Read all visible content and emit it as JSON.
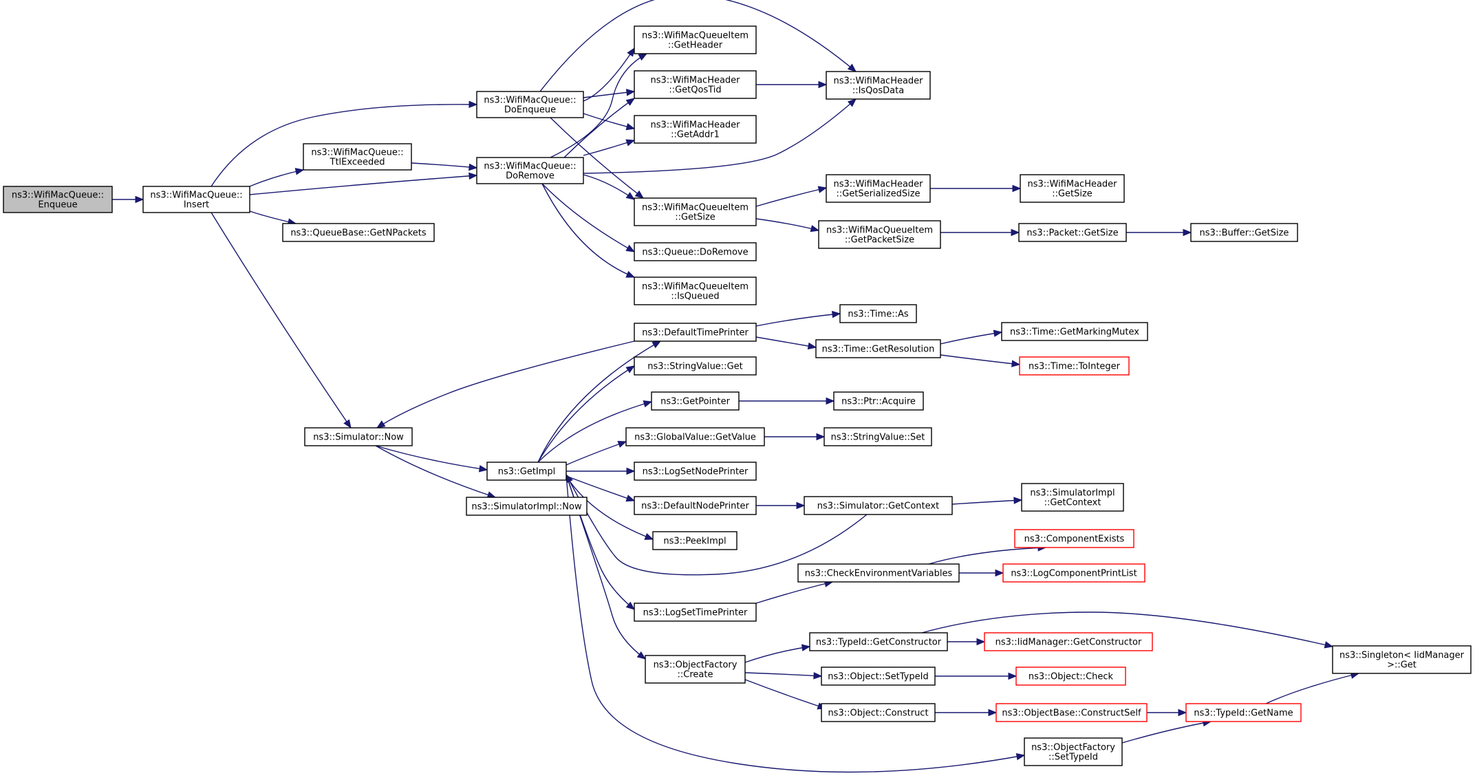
{
  "graph": {
    "edge_color": "#191970",
    "root_fill": "#bfbfbf",
    "truncated_border_color": "#ff0000",
    "nodes": [
      {
        "id": "enqueue",
        "lines": [
          "ns3::WifiMacQueue::",
          "Enqueue"
        ],
        "root": true
      },
      {
        "id": "insert",
        "lines": [
          "ns3::WifiMacQueue::",
          "Insert"
        ]
      },
      {
        "id": "doenqueue",
        "lines": [
          "ns3::WifiMacQueue::",
          "DoEnqueue"
        ]
      },
      {
        "id": "ttl",
        "lines": [
          "ns3::WifiMacQueue::",
          "TtlExceeded"
        ]
      },
      {
        "id": "doremove",
        "lines": [
          "ns3::WifiMacQueue::",
          "DoRemove"
        ]
      },
      {
        "id": "getnpackets",
        "lines": [
          "ns3::QueueBase::GetNPackets"
        ]
      },
      {
        "id": "simnow",
        "lines": [
          "ns3::Simulator::Now"
        ]
      },
      {
        "id": "getheader",
        "lines": [
          "ns3::WifiMacQueueItem",
          "::GetHeader"
        ]
      },
      {
        "id": "getqostid",
        "lines": [
          "ns3::WifiMacHeader",
          "::GetQosTid"
        ]
      },
      {
        "id": "getaddr1",
        "lines": [
          "ns3::WifiMacHeader",
          "::GetAddr1"
        ]
      },
      {
        "id": "itemgetsize",
        "lines": [
          "ns3::WifiMacQueueItem",
          "::GetSize"
        ]
      },
      {
        "id": "queuedoremove",
        "lines": [
          "ns3::Queue::DoRemove"
        ]
      },
      {
        "id": "isqueued",
        "lines": [
          "ns3::WifiMacQueueItem",
          "::IsQueued"
        ]
      },
      {
        "id": "isqosdata",
        "lines": [
          "ns3::WifiMacHeader",
          "::IsQosData"
        ]
      },
      {
        "id": "getserialized",
        "lines": [
          "ns3::WifiMacHeader",
          "::GetSerializedSize"
        ]
      },
      {
        "id": "getpacketsize",
        "lines": [
          "ns3::WifiMacQueueItem",
          "::GetPacketSize"
        ]
      },
      {
        "id": "hdrgetsize",
        "lines": [
          "ns3::WifiMacHeader",
          "::GetSize"
        ]
      },
      {
        "id": "pktgetsize",
        "lines": [
          "ns3::Packet::GetSize"
        ]
      },
      {
        "id": "bufgetsize",
        "lines": [
          "ns3::Buffer::GetSize"
        ]
      },
      {
        "id": "defaulttimeprinter",
        "lines": [
          "ns3::DefaultTimePrinter"
        ]
      },
      {
        "id": "timeas",
        "lines": [
          "ns3::Time::As"
        ]
      },
      {
        "id": "getresolution",
        "lines": [
          "ns3::Time::GetResolution"
        ]
      },
      {
        "id": "markingmutex",
        "lines": [
          "ns3::Time::GetMarkingMutex"
        ]
      },
      {
        "id": "tointeger",
        "lines": [
          "ns3::Time::ToInteger"
        ],
        "truncated": true
      },
      {
        "id": "stringget",
        "lines": [
          "ns3::StringValue::Get"
        ]
      },
      {
        "id": "getpointer",
        "lines": [
          "ns3::GetPointer"
        ]
      },
      {
        "id": "ptracquire",
        "lines": [
          "ns3::Ptr::Acquire"
        ]
      },
      {
        "id": "globalgetvalue",
        "lines": [
          "ns3::GlobalValue::GetValue"
        ]
      },
      {
        "id": "stringset",
        "lines": [
          "ns3::StringValue::Set"
        ]
      },
      {
        "id": "getimpl",
        "lines": [
          "ns3::GetImpl"
        ]
      },
      {
        "id": "simimplnow",
        "lines": [
          "ns3::SimulatorImpl::Now"
        ]
      },
      {
        "id": "lognodeprinter",
        "lines": [
          "ns3::LogSetNodePrinter"
        ]
      },
      {
        "id": "defaultnodeprinter",
        "lines": [
          "ns3::DefaultNodePrinter"
        ]
      },
      {
        "id": "simgetcontext",
        "lines": [
          "ns3::Simulator::GetContext"
        ]
      },
      {
        "id": "simimplgetcontext",
        "lines": [
          "ns3::SimulatorImpl",
          "::GetContext"
        ]
      },
      {
        "id": "peekimpl",
        "lines": [
          "ns3::PeekImpl"
        ]
      },
      {
        "id": "componentexists",
        "lines": [
          "ns3::ComponentExists"
        ],
        "truncated": true
      },
      {
        "id": "checkenv",
        "lines": [
          "ns3::CheckEnvironmentVariables"
        ]
      },
      {
        "id": "logcomponentprintlist",
        "lines": [
          "ns3::LogComponentPrintList"
        ],
        "truncated": true
      },
      {
        "id": "logtimeprinter",
        "lines": [
          "ns3::LogSetTimePrinter"
        ]
      },
      {
        "id": "getconstructor",
        "lines": [
          "ns3::TypeId::GetConstructor"
        ]
      },
      {
        "id": "iidgetconstructor",
        "lines": [
          "ns3::IidManager::GetConstructor"
        ],
        "truncated": true
      },
      {
        "id": "factorycreate",
        "lines": [
          "ns3::ObjectFactory",
          "::Create"
        ]
      },
      {
        "id": "settypeid",
        "lines": [
          "ns3::Object::SetTypeId"
        ]
      },
      {
        "id": "objectcheck",
        "lines": [
          "ns3::Object::Check"
        ],
        "truncated": true
      },
      {
        "id": "singletonget",
        "lines": [
          "ns3::Singleton< IidManager",
          ">::Get"
        ]
      },
      {
        "id": "objectconstruct",
        "lines": [
          "ns3::Object::Construct"
        ]
      },
      {
        "id": "constructself",
        "lines": [
          "ns3::ObjectBase::ConstructSelf"
        ],
        "truncated": true
      },
      {
        "id": "typeidgetname",
        "lines": [
          "ns3::TypeId::GetName"
        ],
        "truncated": true
      },
      {
        "id": "factorysettypeid",
        "lines": [
          "ns3::ObjectFactory",
          "::SetTypeId"
        ]
      }
    ],
    "edges": [
      [
        "enqueue",
        "insert"
      ],
      [
        "insert",
        "doenqueue"
      ],
      [
        "insert",
        "ttl"
      ],
      [
        "insert",
        "doremove"
      ],
      [
        "insert",
        "getnpackets"
      ],
      [
        "insert",
        "simnow"
      ],
      [
        "ttl",
        "doremove"
      ],
      [
        "doenqueue",
        "getheader"
      ],
      [
        "doenqueue",
        "getqostid"
      ],
      [
        "doenqueue",
        "getaddr1"
      ],
      [
        "doenqueue",
        "itemgetsize"
      ],
      [
        "doenqueue",
        "isqosdata"
      ],
      [
        "doremove",
        "getheader"
      ],
      [
        "doremove",
        "getqostid"
      ],
      [
        "doremove",
        "getaddr1"
      ],
      [
        "doremove",
        "itemgetsize"
      ],
      [
        "doremove",
        "queuedoremove"
      ],
      [
        "doremove",
        "isqueued"
      ],
      [
        "doremove",
        "isqosdata"
      ],
      [
        "getqostid",
        "isqosdata"
      ],
      [
        "itemgetsize",
        "getserialized"
      ],
      [
        "itemgetsize",
        "getpacketsize"
      ],
      [
        "getserialized",
        "hdrgetsize"
      ],
      [
        "getpacketsize",
        "pktgetsize"
      ],
      [
        "pktgetsize",
        "bufgetsize"
      ],
      [
        "simnow",
        "getimpl"
      ],
      [
        "simnow",
        "simimplnow"
      ],
      [
        "defaulttimeprinter",
        "simnow"
      ],
      [
        "defaulttimeprinter",
        "timeas"
      ],
      [
        "defaulttimeprinter",
        "getresolution"
      ],
      [
        "getresolution",
        "markingmutex"
      ],
      [
        "getresolution",
        "tointeger"
      ],
      [
        "getimpl",
        "defaulttimeprinter"
      ],
      [
        "getimpl",
        "stringget"
      ],
      [
        "getimpl",
        "getpointer"
      ],
      [
        "getimpl",
        "globalgetvalue"
      ],
      [
        "getimpl",
        "lognodeprinter"
      ],
      [
        "getimpl",
        "defaultnodeprinter"
      ],
      [
        "getimpl",
        "peekimpl"
      ],
      [
        "getimpl",
        "logtimeprinter"
      ],
      [
        "getimpl",
        "factorycreate"
      ],
      [
        "getimpl",
        "factorysettypeid"
      ],
      [
        "simgetcontext",
        "getimpl"
      ],
      [
        "getpointer",
        "ptracquire"
      ],
      [
        "globalgetvalue",
        "stringset"
      ],
      [
        "defaultnodeprinter",
        "simgetcontext"
      ],
      [
        "simgetcontext",
        "simimplgetcontext"
      ],
      [
        "logtimeprinter",
        "checkenv"
      ],
      [
        "checkenv",
        "componentexists"
      ],
      [
        "checkenv",
        "logcomponentprintlist"
      ],
      [
        "factorycreate",
        "getconstructor"
      ],
      [
        "factorycreate",
        "settypeid"
      ],
      [
        "factorycreate",
        "objectconstruct"
      ],
      [
        "getconstructor",
        "iidgetconstructor"
      ],
      [
        "getconstructor",
        "singletonget"
      ],
      [
        "settypeid",
        "objectcheck"
      ],
      [
        "objectconstruct",
        "constructself"
      ],
      [
        "constructself",
        "typeidgetname"
      ],
      [
        "typeidgetname",
        "singletonget"
      ],
      [
        "factorysettypeid",
        "typeidgetname"
      ]
    ]
  }
}
